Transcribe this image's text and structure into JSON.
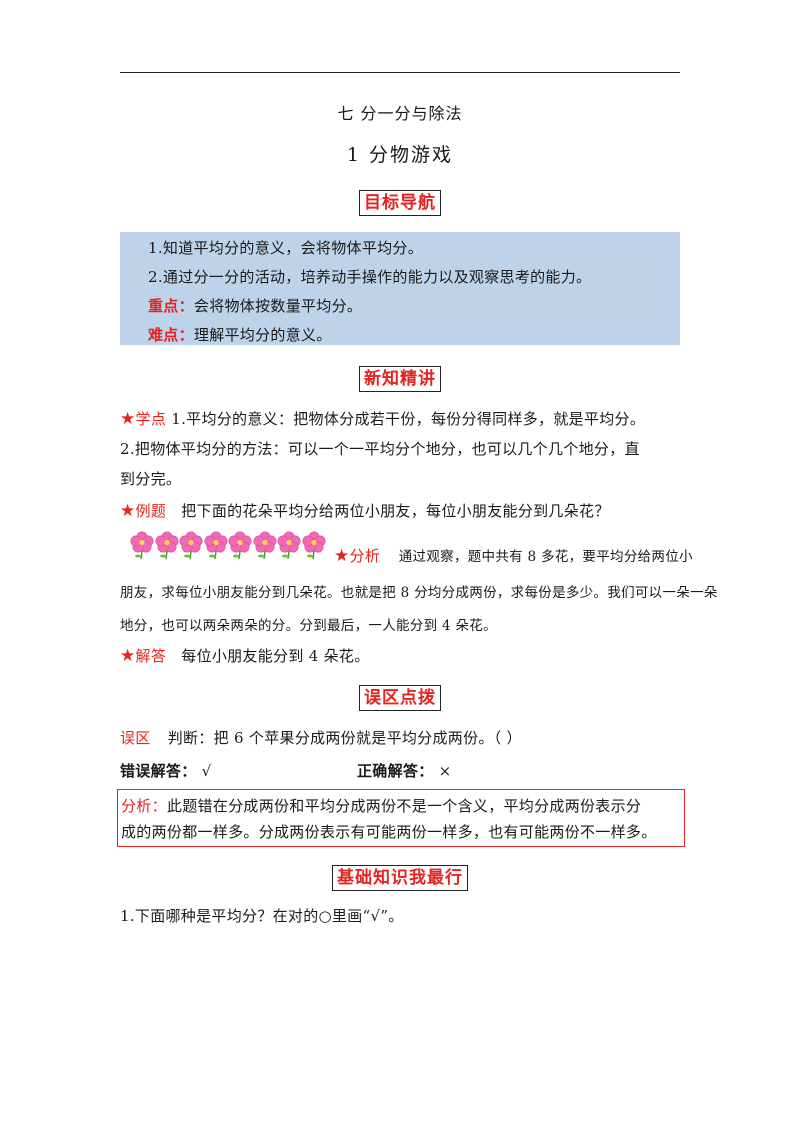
{
  "header": {
    "chapter": "七   分一分与除法",
    "lesson": "1   分物游戏"
  },
  "sections": {
    "goals": "目标导航",
    "new_knowledge": "新知精讲",
    "mistakes": "误区点拨",
    "basics": "基础知识我最行"
  },
  "goals": {
    "item1": "1.知道平均分的意义，会将物体平均分。",
    "item2": "2.通过分一分的活动，培养动手操作的能力以及观察思考的能力。",
    "key_label": "重点：",
    "key_text": "会将物体按数量平均分。",
    "difficulty_label": "难点：",
    "difficulty_text": "理解平均分的意义。"
  },
  "knowledge": {
    "point_label": "学点",
    "point1": "1.平均分的意义：把物体分成若干份，每份分得同样多，就是平均分。",
    "point2_line1": "2.把物体平均分的方法：可以一个一平均分个地分，也可以几个几个地分，直",
    "point2_line2": "到分完。",
    "example_label": "例题",
    "example_text": "把下面的花朵平均分给两位小朋友，每位小朋友能分到几朵花？",
    "analysis_label": "分析",
    "analysis_line1": "通过观察，题中共有 8 多花，要平均分给两位小",
    "analysis_line2": "朋友，求每位小朋友能分到几朵花。也就是把 8 分均分成两份，求每份是多少。我们可以一朵一朵",
    "analysis_line3": "地分，也可以两朵两朵的分。分到最后，一人能分到 4 朵花。",
    "answer_label": "解答",
    "answer_text": "每位小朋友能分到 4 朵花。",
    "flower_count": 8
  },
  "mistakes": {
    "zone_label": "误区",
    "question": "判断：把 6 个苹果分成两份就是平均分成两份。（   ）",
    "wrong_label": "错误解答：",
    "wrong_value": "√",
    "right_label": "正确解答：",
    "right_value": "×",
    "analysis_label": "分析：",
    "analysis_line1": "此题错在分成两份和平均分成两份不是一个含义，平均分成两份表示分",
    "analysis_line2": "成的两份都一样多。分成两份表示有可能两份一样多，也有可能两份不一样多。"
  },
  "basics": {
    "q1": "1.下面哪种是平均分？在对的○里画“√”。"
  },
  "colors": {
    "accent_red": "#e8231f",
    "goal_box_bg": "#bcd3ea",
    "flower_pink": "#f06ab5"
  }
}
